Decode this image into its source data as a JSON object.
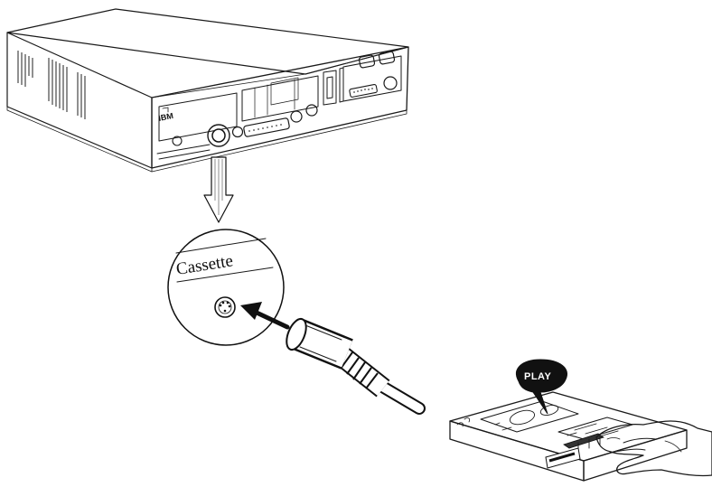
{
  "figure": {
    "system_unit": {
      "brand_label": "IBM"
    },
    "port_callout": {
      "label": "Cassette"
    },
    "cassette_recorder": {
      "button_label": "PLAY"
    }
  }
}
